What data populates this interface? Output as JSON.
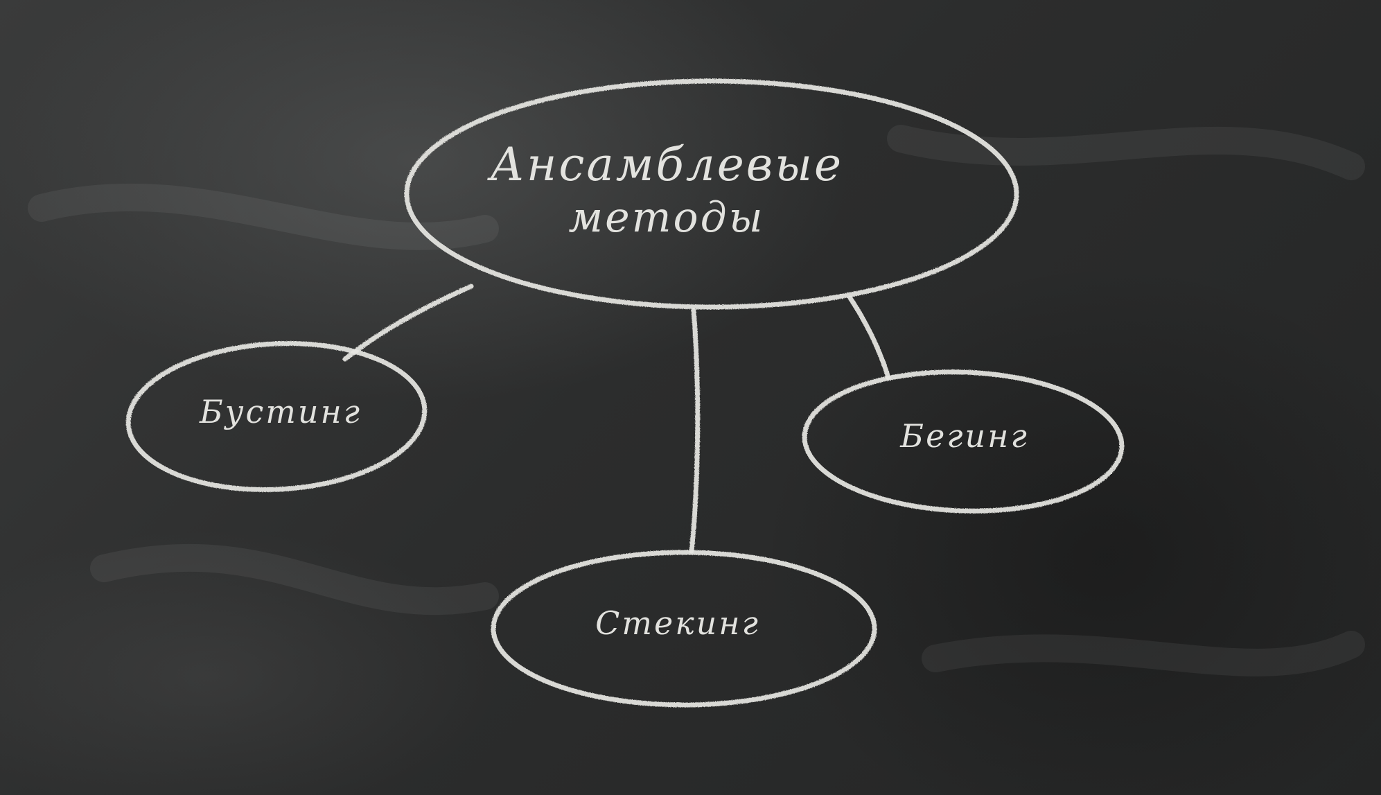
{
  "diagram": {
    "root": {
      "line1": "Ансамблевые",
      "line2": "методы"
    },
    "children": {
      "boosting": "Бустинг",
      "bagging": "Бегинг",
      "stacking": "Стекинг"
    }
  },
  "colors": {
    "board": "#2f3030",
    "chalk": "#e6e6e2"
  }
}
